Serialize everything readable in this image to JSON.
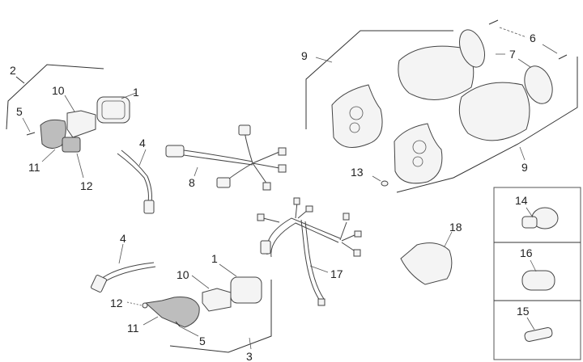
{
  "diagram": {
    "title": "Lighting components exploded view",
    "callouts": {
      "c1a": "1",
      "c2": "2",
      "c5a": "5",
      "c10a": "10",
      "c11a": "11",
      "c12a": "12",
      "c4a": "4",
      "c8": "8",
      "c9a": "9",
      "c9b": "9",
      "c6": "6",
      "c7": "7",
      "c13": "13",
      "c4b": "4",
      "c1b": "1",
      "c10b": "10",
      "c12b": "12",
      "c11b": "11",
      "c5b": "5",
      "c3": "3",
      "c17": "17",
      "c18": "18",
      "c14": "14",
      "c16": "16",
      "c15": "15"
    },
    "bulb_panel": {
      "items": [
        "14",
        "16",
        "15"
      ]
    }
  }
}
